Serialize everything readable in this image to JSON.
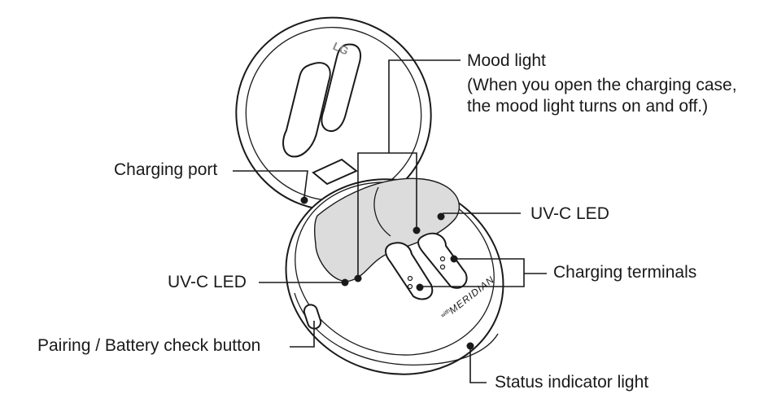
{
  "labels": {
    "mood_light": "Mood light",
    "mood_light_note_1": "(When you open the charging case,",
    "mood_light_note_2": "the mood light turns on and off.)",
    "charging_port": "Charging port",
    "uvc_led_right": "UV-C LED",
    "uvc_led_left": "UV-C LED",
    "charging_terminals": "Charging terminals",
    "pairing_button": "Pairing / Battery check button",
    "status_light": "Status indicator light"
  },
  "markings": {
    "lid_logo": "LG",
    "case_brand_prefix": "with",
    "case_brand": "MERIDIAN"
  }
}
